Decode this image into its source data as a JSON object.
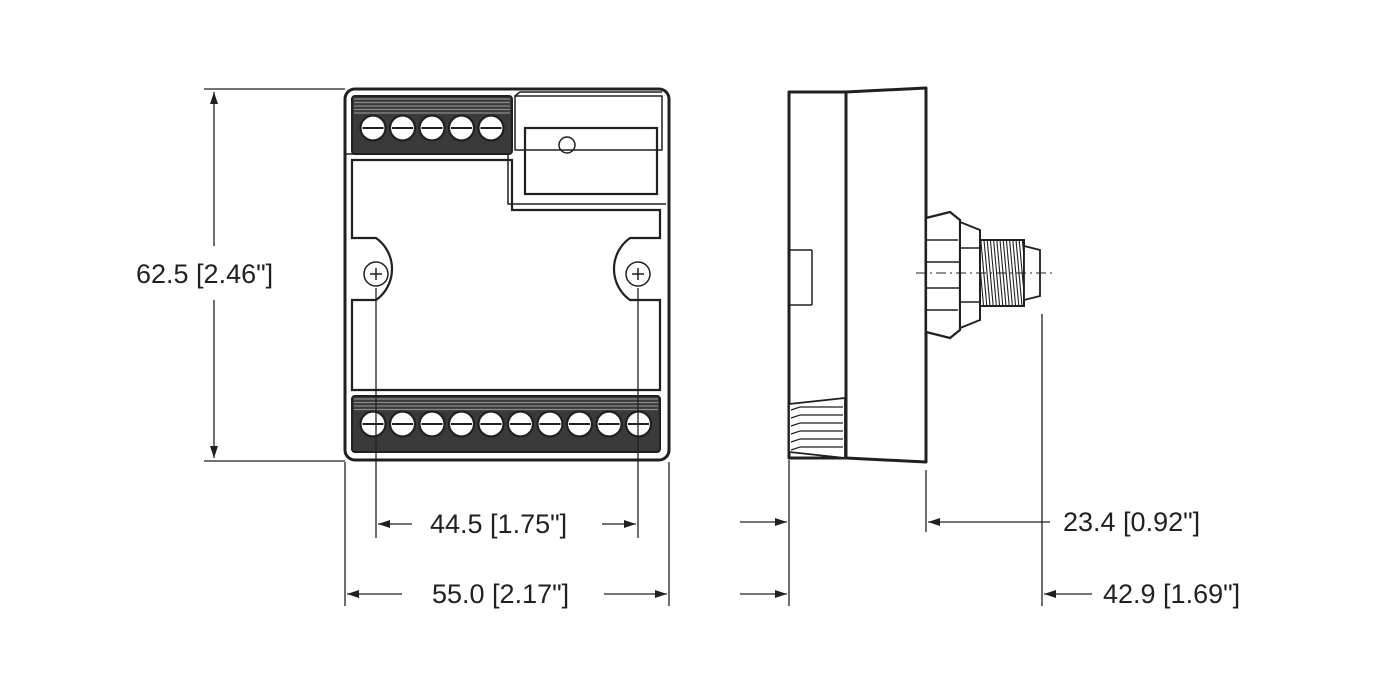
{
  "dimensions": {
    "height": "62.5 [2.46\"]",
    "hole_spacing": "44.5 [1.75\"]",
    "width": "55.0 [2.17\"]",
    "depth_body": "23.4 [0.92\"]",
    "depth_total": "42.9 [1.69\"]"
  },
  "terminals": {
    "top_count": 5,
    "bottom_count": 10
  },
  "colors": {
    "line": "#231f20",
    "terminal_fill": "#4a4a4a",
    "background": "#ffffff"
  }
}
